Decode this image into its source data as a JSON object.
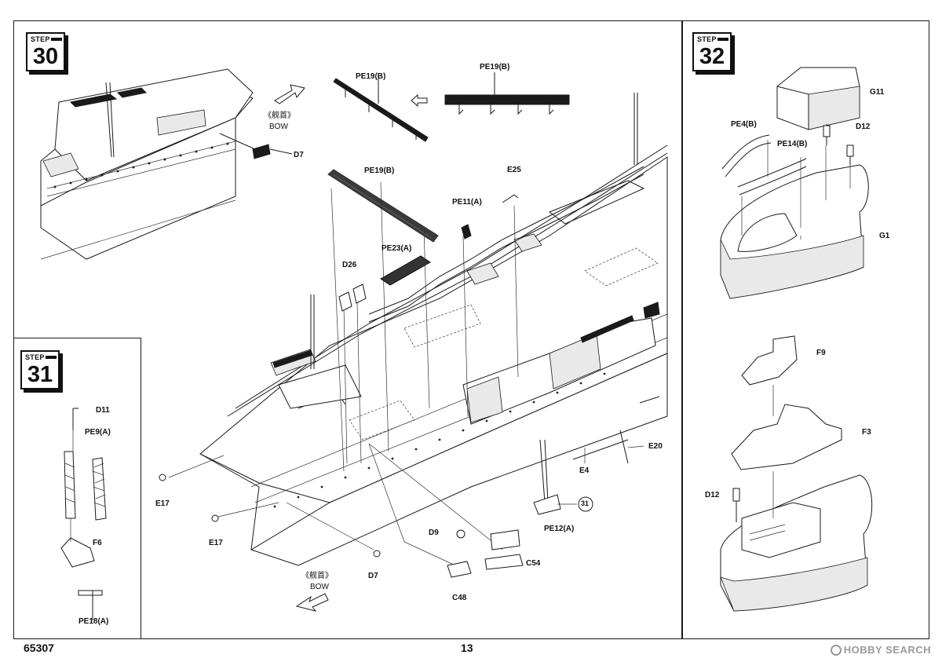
{
  "steps": [
    {
      "number": "30",
      "word": "STEP"
    },
    {
      "number": "31",
      "word": "STEP"
    },
    {
      "number": "32",
      "word": "STEP"
    }
  ],
  "bow_text": {
    "cjk": "《舰首》",
    "en": "BOW"
  },
  "circle_ref": "31",
  "parts": {
    "pe19b_a": "PE19(B)",
    "pe19b_b": "PE19(B)",
    "pe19b_c": "PE19(B)",
    "d7_a": "D7",
    "d7_b": "D7",
    "e25": "E25",
    "pe11a": "PE11(A)",
    "pe23a": "PE23(A)",
    "d26": "D26",
    "e20": "E20",
    "e4": "E4",
    "e17_a": "E17",
    "e17_b": "E17",
    "d9": "D9",
    "pe12a": "PE12(A)",
    "c54": "C54",
    "c48": "C48",
    "d11": "D11",
    "pe9a": "PE9(A)",
    "f6": "F6",
    "pe18a": "PE18(A)",
    "g11": "G11",
    "pe4b": "PE4(B)",
    "pe14b": "PE14(B)",
    "d12_a": "D12",
    "d12_b": "D12",
    "g1": "G1",
    "f9": "F9",
    "f3": "F3"
  },
  "footer": {
    "kit_number": "65307",
    "page_number": "13"
  },
  "watermark": "HOBBY SEARCH"
}
